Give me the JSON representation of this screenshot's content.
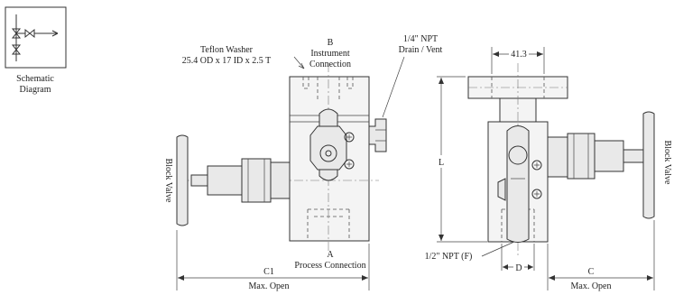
{
  "schematic": {
    "caption_line1": "Schematic",
    "caption_line2": "Diagram"
  },
  "labels": {
    "teflon_line1": "Teflon Washer",
    "teflon_line2": "25.4 OD x 17 ID x 2.5 T",
    "instrument_letter": "B",
    "instrument_line1": "Instrument",
    "instrument_line2": "Connection",
    "drain_line1": "1/4\" NPT",
    "drain_line2": "Drain / Vent",
    "process_letter": "A",
    "process_line": "Process Connection",
    "block_valve_left": "Block Valve",
    "block_valve_right": "Block Valve",
    "npt_half": "1/2\" NPT (F)"
  },
  "dimensions": {
    "width_41": "41.3",
    "height_L": "L",
    "depth_D": "D",
    "c1_label": "C1",
    "c1_sub": "Max. Open",
    "c_label": "C",
    "c_sub": "Max. Open"
  }
}
